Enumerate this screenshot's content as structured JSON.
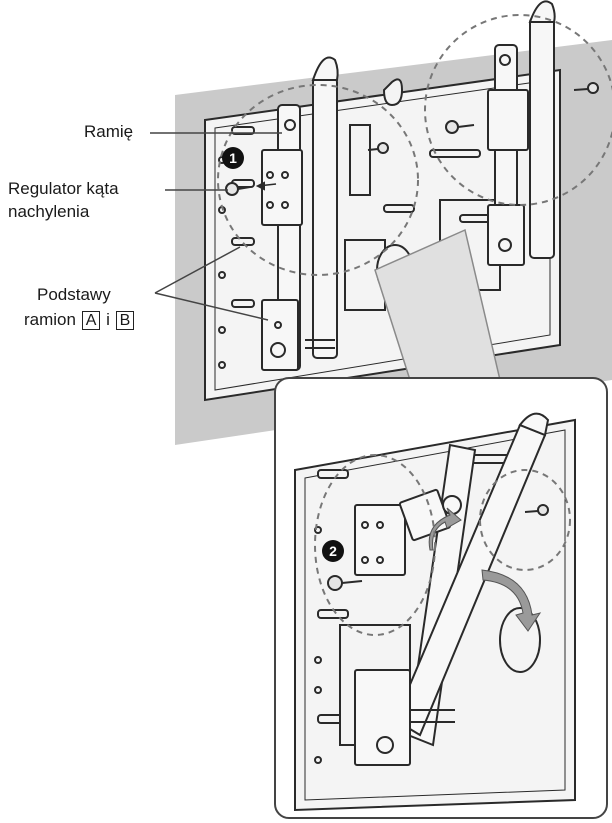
{
  "labels": {
    "arm": "Ramię",
    "angle_regulator_line1": "Regulator kąta",
    "angle_regulator_line2": "nachylenia",
    "arm_bases_line1": "Podstawy",
    "arm_bases_prefix": "ramion",
    "arm_bases_box_a": "A",
    "arm_bases_conj": "i",
    "arm_bases_box_b": "B"
  },
  "steps": {
    "step1": "1",
    "step2": "2"
  },
  "colors": {
    "backdrop": "#c9c9c9",
    "metal": "#f2f2f2",
    "outline": "#2a2a2a",
    "dash": "#7a7a7a",
    "arrow": "#8a8a8a"
  }
}
